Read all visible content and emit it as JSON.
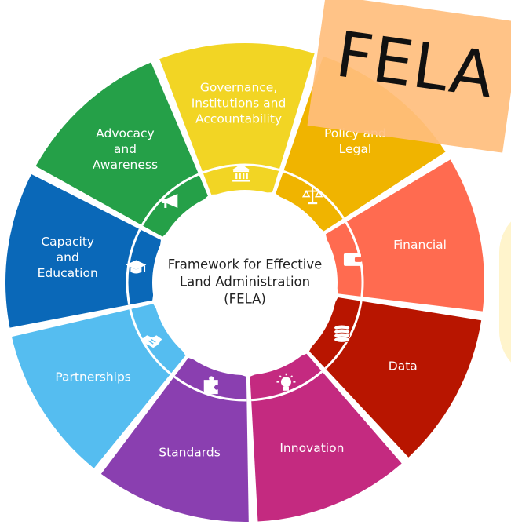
{
  "diagram": {
    "center_label_lines": [
      "Framework for Effective",
      "Land Administration",
      "(FELA)"
    ],
    "segments": [
      {
        "id": "governance",
        "lines": [
          "Governance,",
          "Institutions and",
          "Accountability"
        ],
        "color": "#F2D524",
        "icon": "institution-building-icon"
      },
      {
        "id": "policy-legal",
        "lines": [
          "Policy and",
          "Legal"
        ],
        "color": "#F0B400",
        "icon": "scales-of-justice-icon"
      },
      {
        "id": "financial",
        "lines": [
          "Financial"
        ],
        "color": "#FF6B50",
        "icon": "wallet-icon"
      },
      {
        "id": "data",
        "lines": [
          "Data"
        ],
        "color": "#B81500",
        "icon": "database-coins-icon"
      },
      {
        "id": "innovation",
        "lines": [
          "Innovation"
        ],
        "color": "#C42A80",
        "icon": "lightbulb-icon"
      },
      {
        "id": "standards",
        "lines": [
          "Standards"
        ],
        "color": "#8A3FB0",
        "icon": "puzzle-piece-icon"
      },
      {
        "id": "partnerships",
        "lines": [
          "Partnerships"
        ],
        "color": "#55BDF0",
        "icon": "handshake-icon"
      },
      {
        "id": "capacity-education",
        "lines": [
          "Capacity",
          "and",
          "Education"
        ],
        "color": "#0A68B8",
        "icon": "graduation-cap-icon"
      },
      {
        "id": "advocacy-awareness",
        "lines": [
          "Advocacy",
          "and",
          "Awareness"
        ],
        "color": "#25A048",
        "icon": "megaphone-icon"
      }
    ]
  },
  "overlay": {
    "tag_text": "FELA",
    "tag_color": "#FFBE7D",
    "side_blob_color": "#FFF4CC"
  }
}
